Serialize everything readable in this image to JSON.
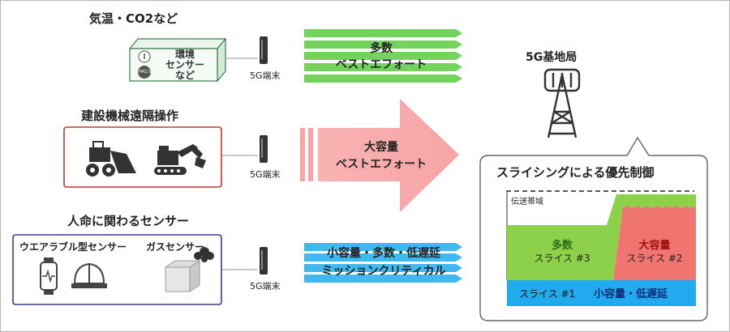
{
  "groups": {
    "env": {
      "title": "気温・CO2など",
      "box_lines": [
        "環境",
        "センサー",
        "など"
      ],
      "badge": "PM2.5"
    },
    "construction": {
      "title": "建設機械遠隔操作"
    },
    "life": {
      "title": "人命に関わるセンサー",
      "wearable_label": "ウエアラブル型センサー",
      "gas_label": "ガスセンサー"
    }
  },
  "terminal_label": "5G端末",
  "flows": {
    "massive": {
      "line1": "多数",
      "line2": "ベストエフォート"
    },
    "large": {
      "line1": "大容量",
      "line2": "ベストエフォート"
    },
    "critical": {
      "line1": "小容量・多数・低遅延",
      "line2": "ミッションクリティカル"
    }
  },
  "base_station": {
    "label": "5G基地局"
  },
  "slicing": {
    "title": "スライシングによる優先制御",
    "bandwidth_label": "伝送帯域",
    "slices": [
      {
        "name": "多数",
        "id": "スライス #3",
        "color": "#8dd04a"
      },
      {
        "name": "大容量",
        "id": "スライス #2",
        "color": "#f07570"
      },
      {
        "name": "小容量・低遅延",
        "id": "スライス #1",
        "color": "#22aaee"
      }
    ]
  }
}
